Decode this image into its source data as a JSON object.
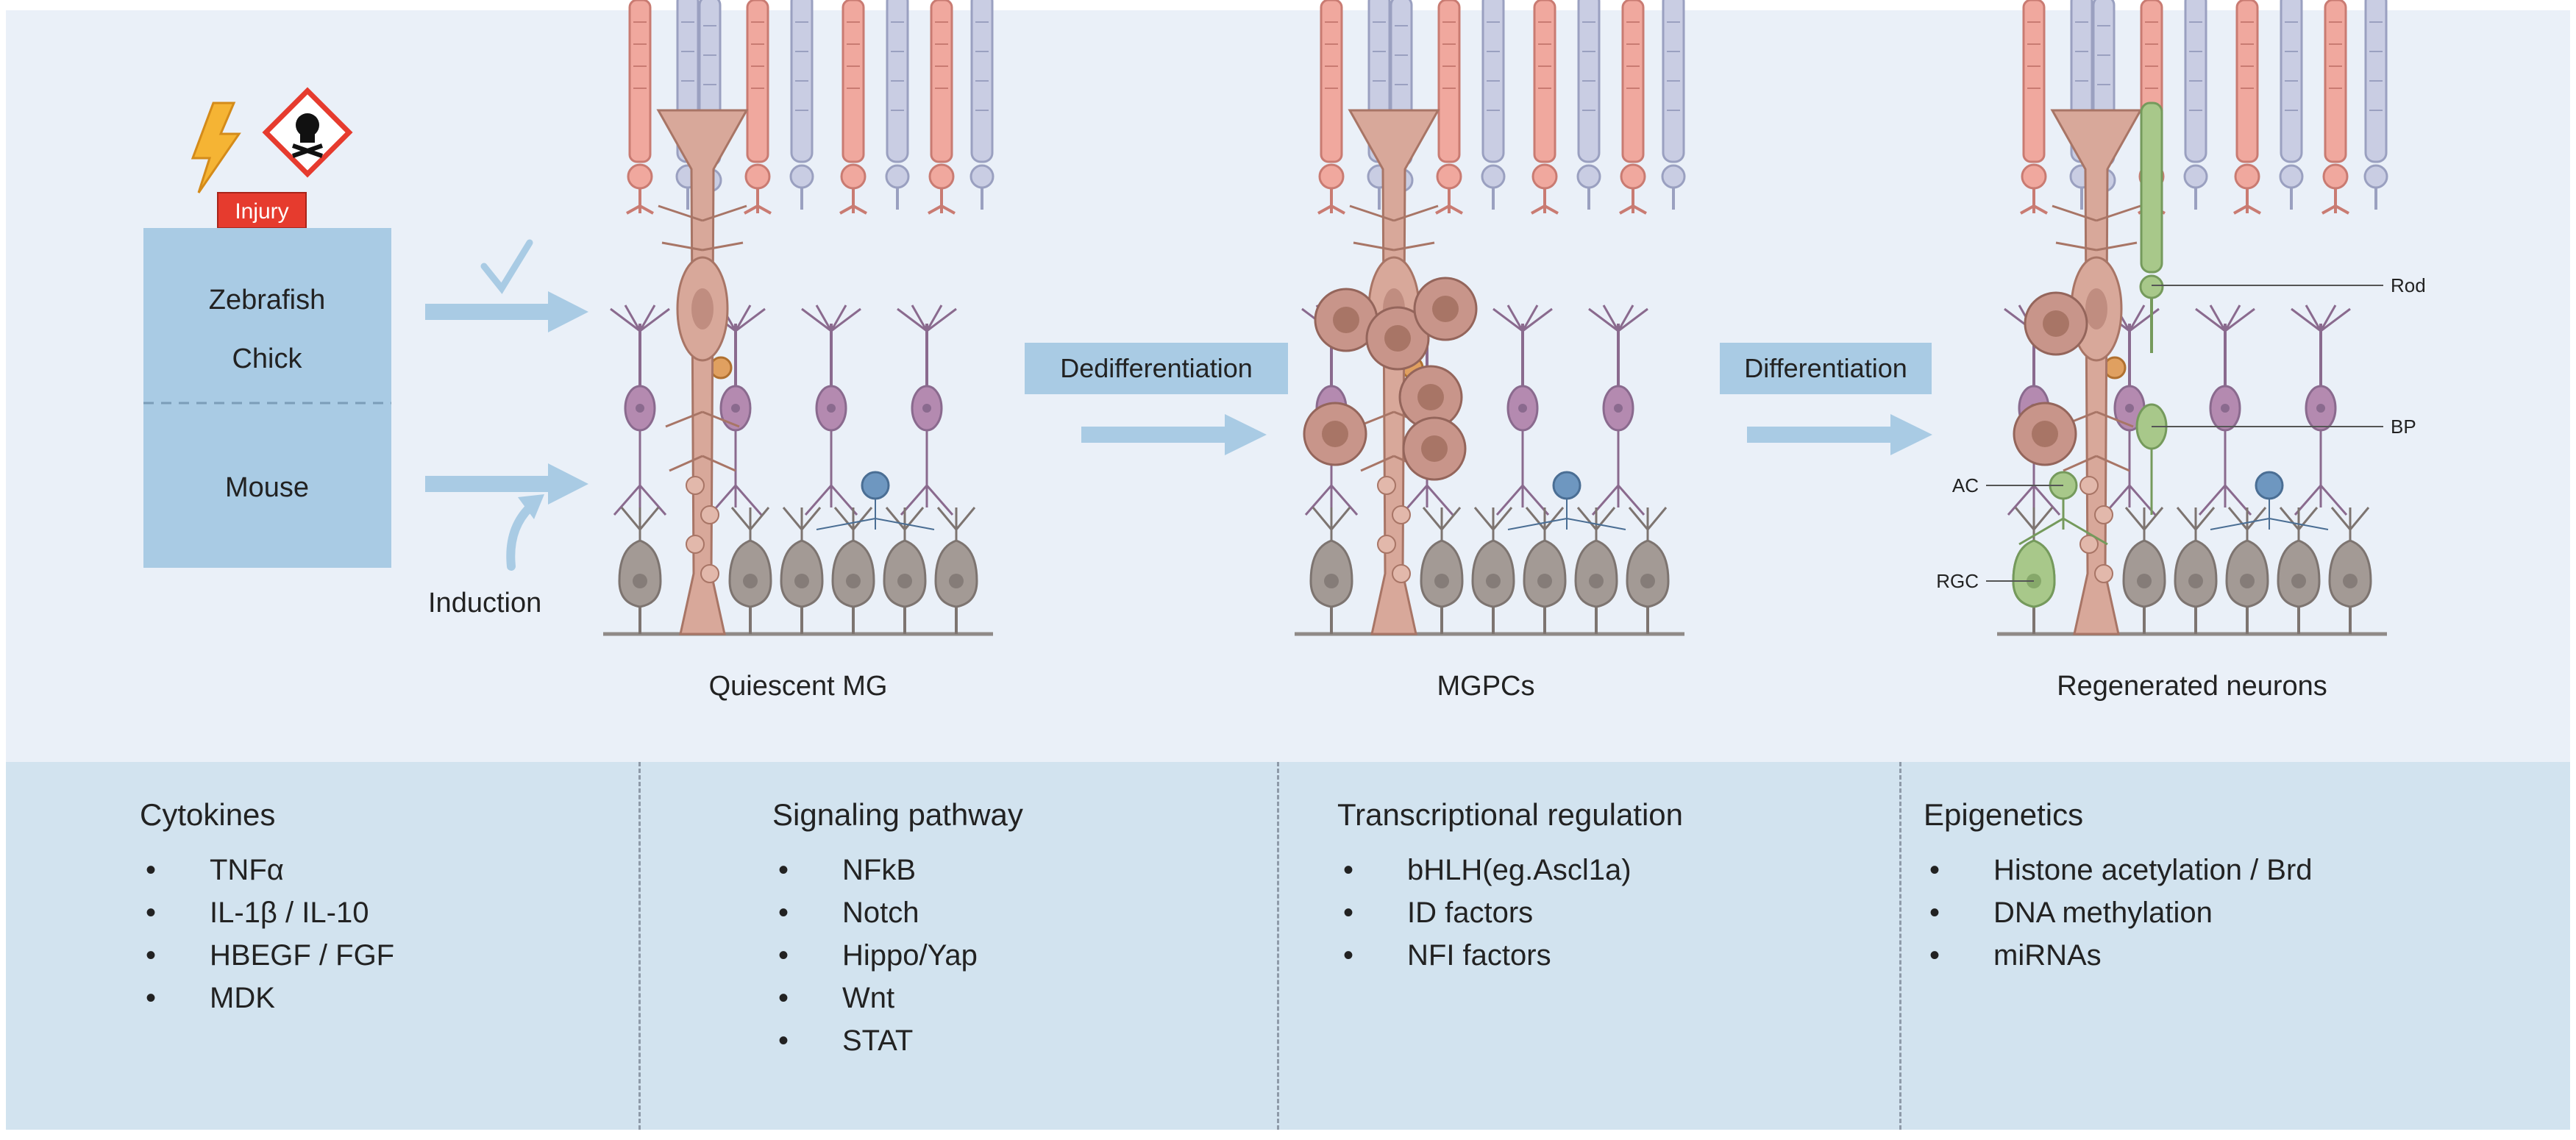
{
  "injury": {
    "label": "Injury",
    "lightning_icon": "lightning-bolt-icon",
    "toxic_icon": "skull-crossbones-hazard-icon"
  },
  "species_box": {
    "upper_species": [
      "Zebrafish",
      "Chick"
    ],
    "lower_species": "Mouse"
  },
  "induction_label": "Induction",
  "process": {
    "step1_label": "Dedifferentiation",
    "step2_label": "Differentiation"
  },
  "stages": {
    "quiescent": "Quiescent MG",
    "mgpcs": "MGPCs",
    "regenerated": "Regenerated neurons"
  },
  "cell_labels": {
    "rod": "Rod",
    "bp": "BP",
    "ac": "AC",
    "rgc": "RGC"
  },
  "colors": {
    "top_panel_bg": "#eaf0f8",
    "bottom_panel_bg": "#d2e3ef",
    "species_box": "#a9cbe4",
    "arrow": "#a9cbe4",
    "injury_badge": "#e63b2e",
    "muller_glia": "#d8a89a",
    "cone": "#f0a89e",
    "rod": "#c9cde3",
    "bipolar": "#b48ab0",
    "ganglion": "#a39a95",
    "regenerated_neuron": "#a8c88a"
  },
  "regulators": [
    {
      "heading": "Cytokines",
      "items": [
        "TNFα",
        "IL-1β / IL-10",
        "HBEGF / FGF",
        "MDK"
      ]
    },
    {
      "heading": "Signaling pathway",
      "items": [
        "NFkB",
        "Notch",
        "Hippo/Yap",
        "Wnt",
        "STAT"
      ]
    },
    {
      "heading": "Transcriptional regulation",
      "items": [
        "bHLH(eg.Ascl1a)",
        "ID factors",
        "NFI factors"
      ]
    },
    {
      "heading": "Epigenetics",
      "items": [
        "Histone acetylation / Brd",
        "DNA methylation",
        "miRNAs"
      ]
    }
  ]
}
